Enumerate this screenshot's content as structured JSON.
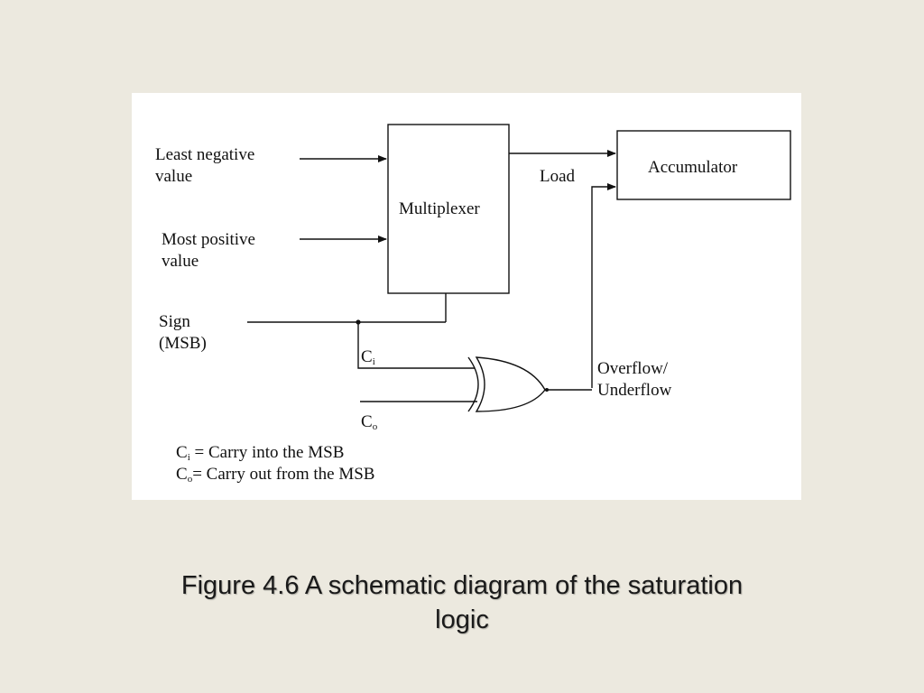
{
  "diagram": {
    "inputs": {
      "least_negative": [
        "Least negative",
        "value"
      ],
      "most_positive": [
        "Most positive",
        "value"
      ],
      "sign": [
        "Sign",
        "(MSB)"
      ]
    },
    "blocks": {
      "multiplexer": "Multiplexer",
      "accumulator": "Accumulator"
    },
    "signals": {
      "load": "Load",
      "overflow": [
        "Overflow/",
        "Underflow"
      ],
      "ci": {
        "base": "C",
        "sub": "i"
      },
      "co": {
        "base": "C",
        "sub": "o"
      }
    },
    "legend": [
      {
        "base": "C",
        "sub": "i",
        "text": " = Carry into the MSB"
      },
      {
        "base": "C",
        "sub": "o",
        "text": "= Carry out from the MSB"
      }
    ]
  },
  "caption": [
    "Figure 4.6 A schematic diagram of the saturation",
    "logic"
  ]
}
